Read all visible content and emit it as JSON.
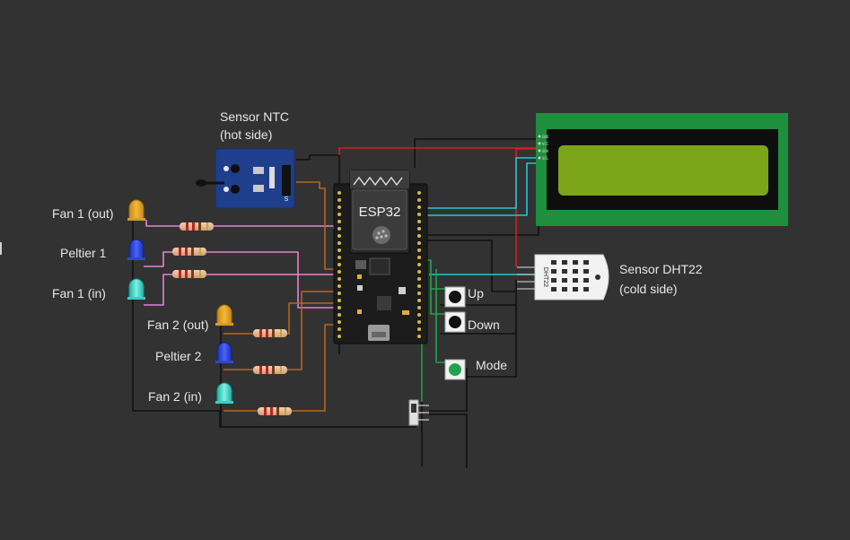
{
  "colors": {
    "background": "#323232",
    "wire_black": "#111111",
    "wire_red": "#d21e1e",
    "wire_cyan": "#22c6d8",
    "wire_pink": "#e87fd7",
    "wire_orange": "#b8641e",
    "wire_green": "#21a34a",
    "lcd_frame": "#1e8f3c",
    "lcd_screen": "#7da51a",
    "led_yellow": "#e6a21f",
    "led_blue": "#2640d8",
    "led_cyan": "#36d6c8"
  },
  "components": {
    "esp32": {
      "label": "ESP32",
      "icon": "wifi-logo-icon"
    },
    "ntc": {
      "label_line1": "Sensor NTC",
      "label_line2": "(hot side)",
      "pin_s": "S"
    },
    "dht": {
      "label_line1": "Sensor DHT22",
      "label_line2": "(cold side)",
      "chip_text": "DHT22"
    },
    "lcd": {
      "pins": [
        "GND",
        "VCC",
        "SDA",
        "SCL"
      ]
    },
    "leds": [
      {
        "label": "Fan 1 (out)",
        "color": "yellow"
      },
      {
        "label": "Peltier 1",
        "color": "blue"
      },
      {
        "label": "Fan 1 (in)",
        "color": "cyan"
      },
      {
        "label": "Fan 2 (out)",
        "color": "yellow"
      },
      {
        "label": "Peltier 2",
        "color": "blue"
      },
      {
        "label": "Fan 2 (in)",
        "color": "cyan"
      }
    ],
    "buttons": [
      {
        "label": "Up",
        "color": "black"
      },
      {
        "label": "Down",
        "color": "black"
      },
      {
        "label": "Mode",
        "color": "green"
      }
    ],
    "switch": {
      "icon": "slide-switch-icon"
    }
  }
}
